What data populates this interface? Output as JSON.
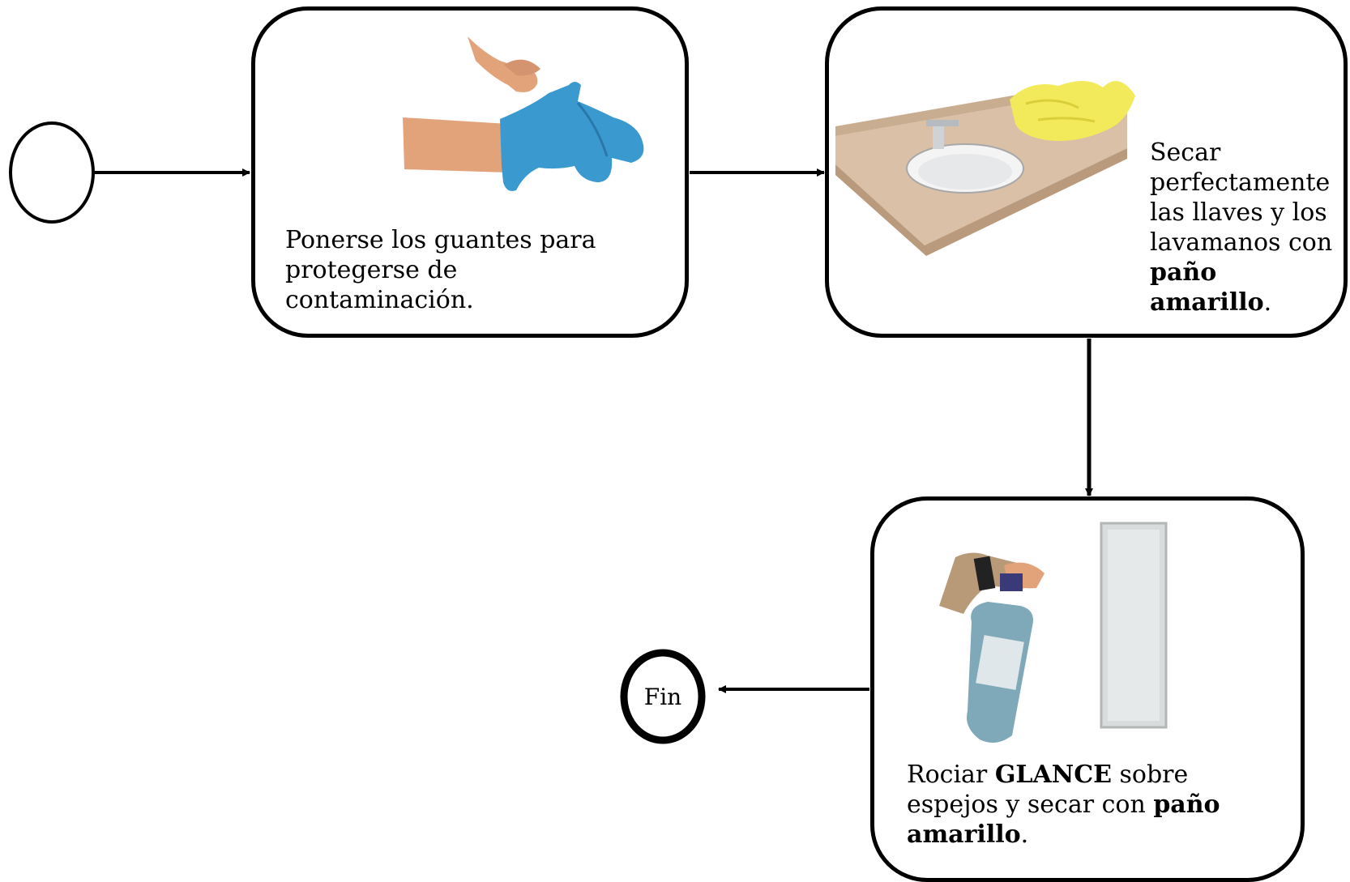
{
  "diagram": {
    "start_event": {
      "label": ""
    },
    "end_event": {
      "label": "Fin"
    },
    "steps": [
      {
        "id": "step1",
        "illustration": "hand-pulling-blue-rubber-glove",
        "text": {
          "pre": "Ponerse los guantes para protegerse de contaminación."
        }
      },
      {
        "id": "step2",
        "illustration": "washbasin-wiped-with-yellow-cloth",
        "text": {
          "pre": "Secar perfectamente las llaves y los lavamanos con ",
          "bold1": "paño amarillo",
          "post": "."
        }
      },
      {
        "id": "step3",
        "illustration": "hand-holding-spray-bottle-next-to-mirror",
        "text": {
          "pre": "Rociar ",
          "bold1": "GLANCE",
          "mid": " sobre espejos y secar con ",
          "bold2": "paño amarillo",
          "post": "."
        }
      }
    ],
    "colors": {
      "stroke": "#000000",
      "glove": "#3a9ad0",
      "cloth": "#f2ea5a",
      "counter": "#d9c0a6",
      "skin": "#e2a27a",
      "bottle_liquid": "#7fa9b8",
      "mirror": "#d8dcdc"
    }
  }
}
